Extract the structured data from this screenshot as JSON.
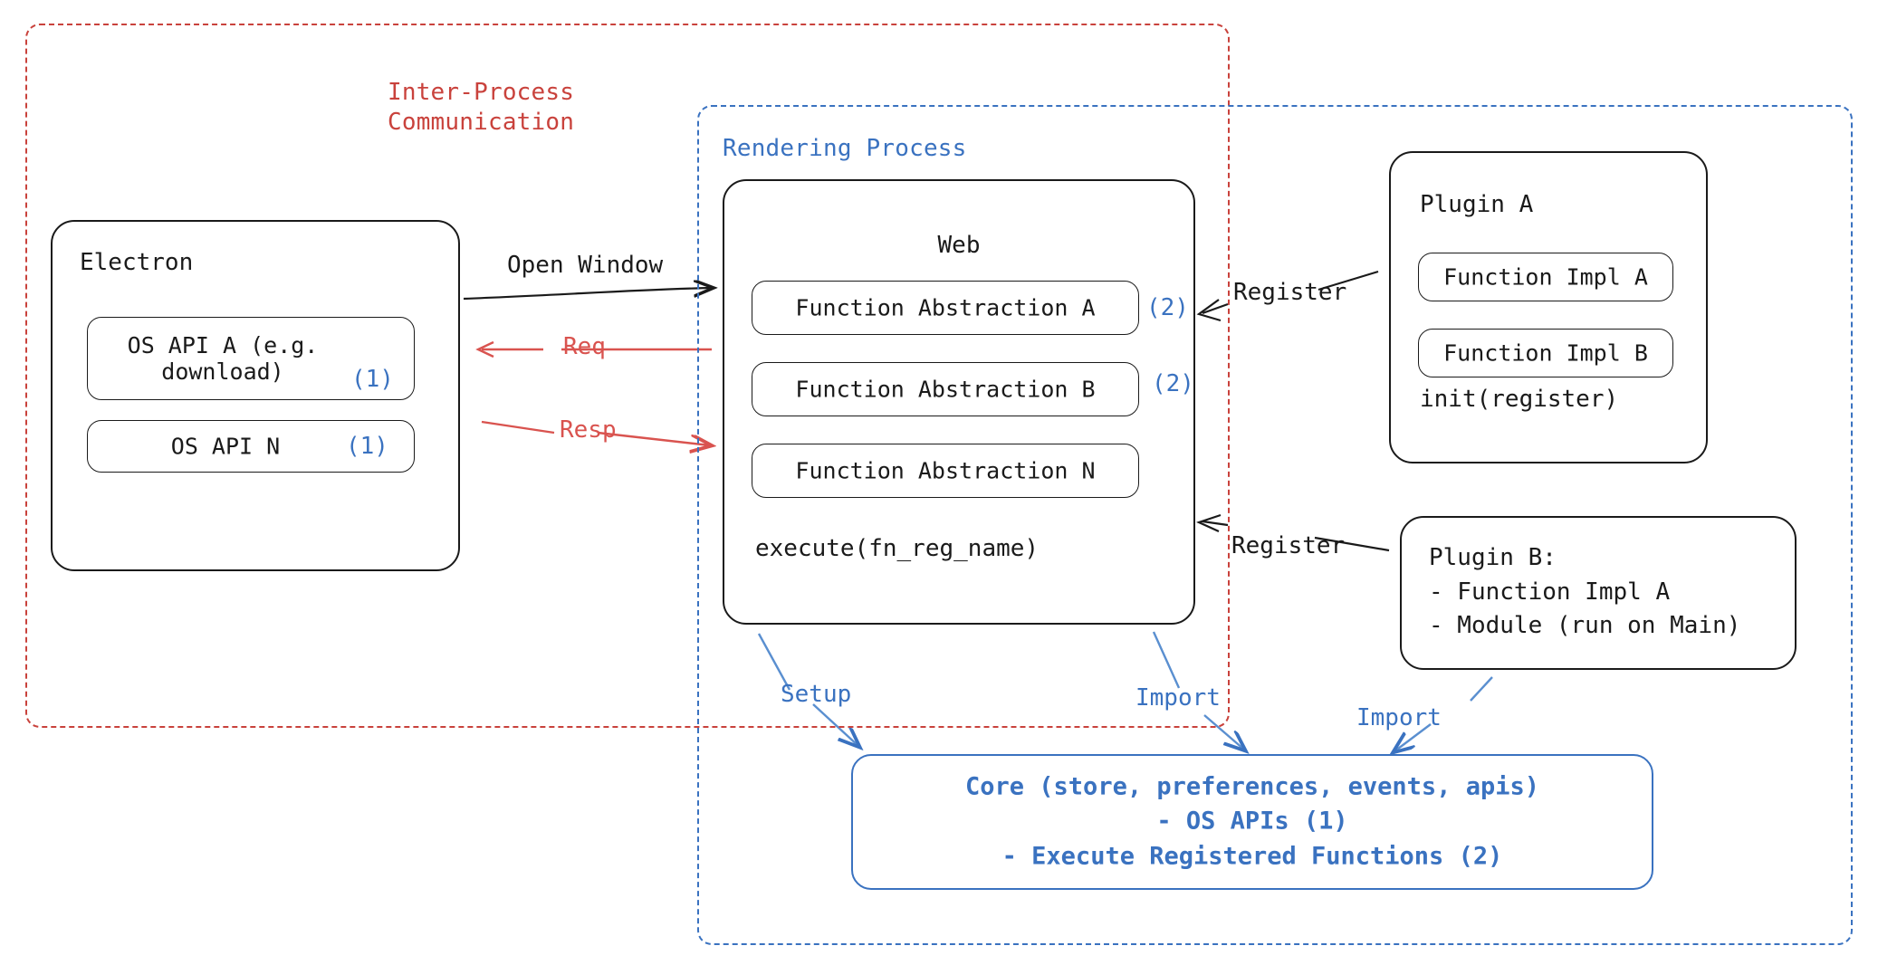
{
  "diagram": {
    "title": "Electron plugin architecture",
    "colors": {
      "ipc_red": "#c9423c",
      "render_blue": "#3a72c0",
      "arrow_red": "#d9534f",
      "ink": "#1a1a1a"
    }
  },
  "groups": {
    "ipc": {
      "label": "Inter-Process\nCommunication"
    },
    "rendering": {
      "label": "Rendering Process"
    }
  },
  "electron": {
    "title": "Electron",
    "apis": [
      {
        "label": "OS API A (e.g.\ndownload)",
        "badge": "(1)"
      },
      {
        "label": "OS API N",
        "badge": "(1)"
      }
    ]
  },
  "web": {
    "title": "Web",
    "abstractions": [
      {
        "label": "Function Abstraction A",
        "badge": "(2)"
      },
      {
        "label": "Function Abstraction B",
        "badge": "(2)"
      },
      {
        "label": "Function Abstraction N",
        "badge": ""
      }
    ],
    "footer": "execute(fn_reg_name)"
  },
  "plugin_a": {
    "title": "Plugin A",
    "impls": [
      {
        "label": "Function Impl A"
      },
      {
        "label": "Function Impl B"
      }
    ],
    "footer": "init(register)"
  },
  "plugin_b": {
    "lines": "Plugin B:\n- Function Impl A\n- Module (run on Main)"
  },
  "core": {
    "lines": "Core (store, preferences, events, apis)\n- OS APIs (1)\n- Execute Registered Functions (2)"
  },
  "edges": {
    "open_window": "Open Window",
    "req": "Req",
    "resp": "Resp",
    "register_a": "Register",
    "register_b": "Register",
    "setup": "Setup",
    "import_web": "Import",
    "import_plugin_b": "Import"
  }
}
